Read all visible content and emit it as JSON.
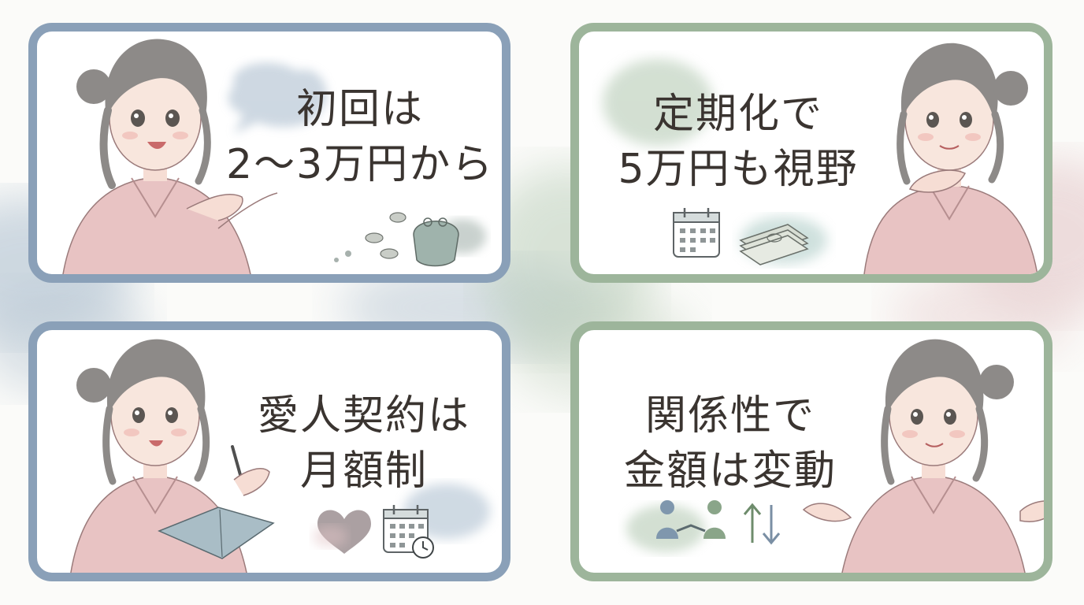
{
  "panels": {
    "top_left": {
      "lines": [
        "初回は",
        "2〜3万円から"
      ],
      "icons": [
        "coins-icon",
        "coin-purse-icon"
      ],
      "border_color": "#8aa0b8"
    },
    "top_right": {
      "lines": [
        "定期化で",
        "5万円も視野"
      ],
      "icons": [
        "calendar-icon",
        "money-stack-icon"
      ],
      "border_color": "#9db59b"
    },
    "bottom_left": {
      "lines": [
        "愛人契約は",
        "月額制"
      ],
      "icons": [
        "heart-icon",
        "calendar-clock-icon"
      ],
      "border_color": "#8aa0b8"
    },
    "bottom_right": {
      "lines": [
        "関係性で",
        "金額は変動"
      ],
      "icons": [
        "handshake-icon",
        "up-down-arrows-icon"
      ],
      "border_color": "#9db59b"
    }
  },
  "colors": {
    "text": "#3a3430",
    "sweater": "#e8c3c3",
    "hair": "#8d8a88",
    "watercolor_blue": "#a9bccd",
    "watercolor_green": "#b6cbb5",
    "watercolor_pink": "#e2c4c6"
  }
}
